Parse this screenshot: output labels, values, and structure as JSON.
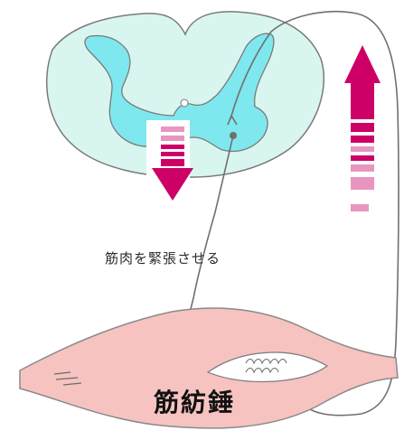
{
  "labels": {
    "tension_text": "筋肉を緊張させる",
    "spindle_text": "筋紡錘"
  },
  "colors": {
    "cord_outer": "#d8f6ef",
    "cord_gray": "#7ee8ee",
    "muscle": "#f6c3c0",
    "arrow": "#cc0066",
    "arrow_light": "#e896bf",
    "line": "#707070"
  },
  "arrows": {
    "efferent_direction": "down",
    "afferent_direction": "up"
  }
}
